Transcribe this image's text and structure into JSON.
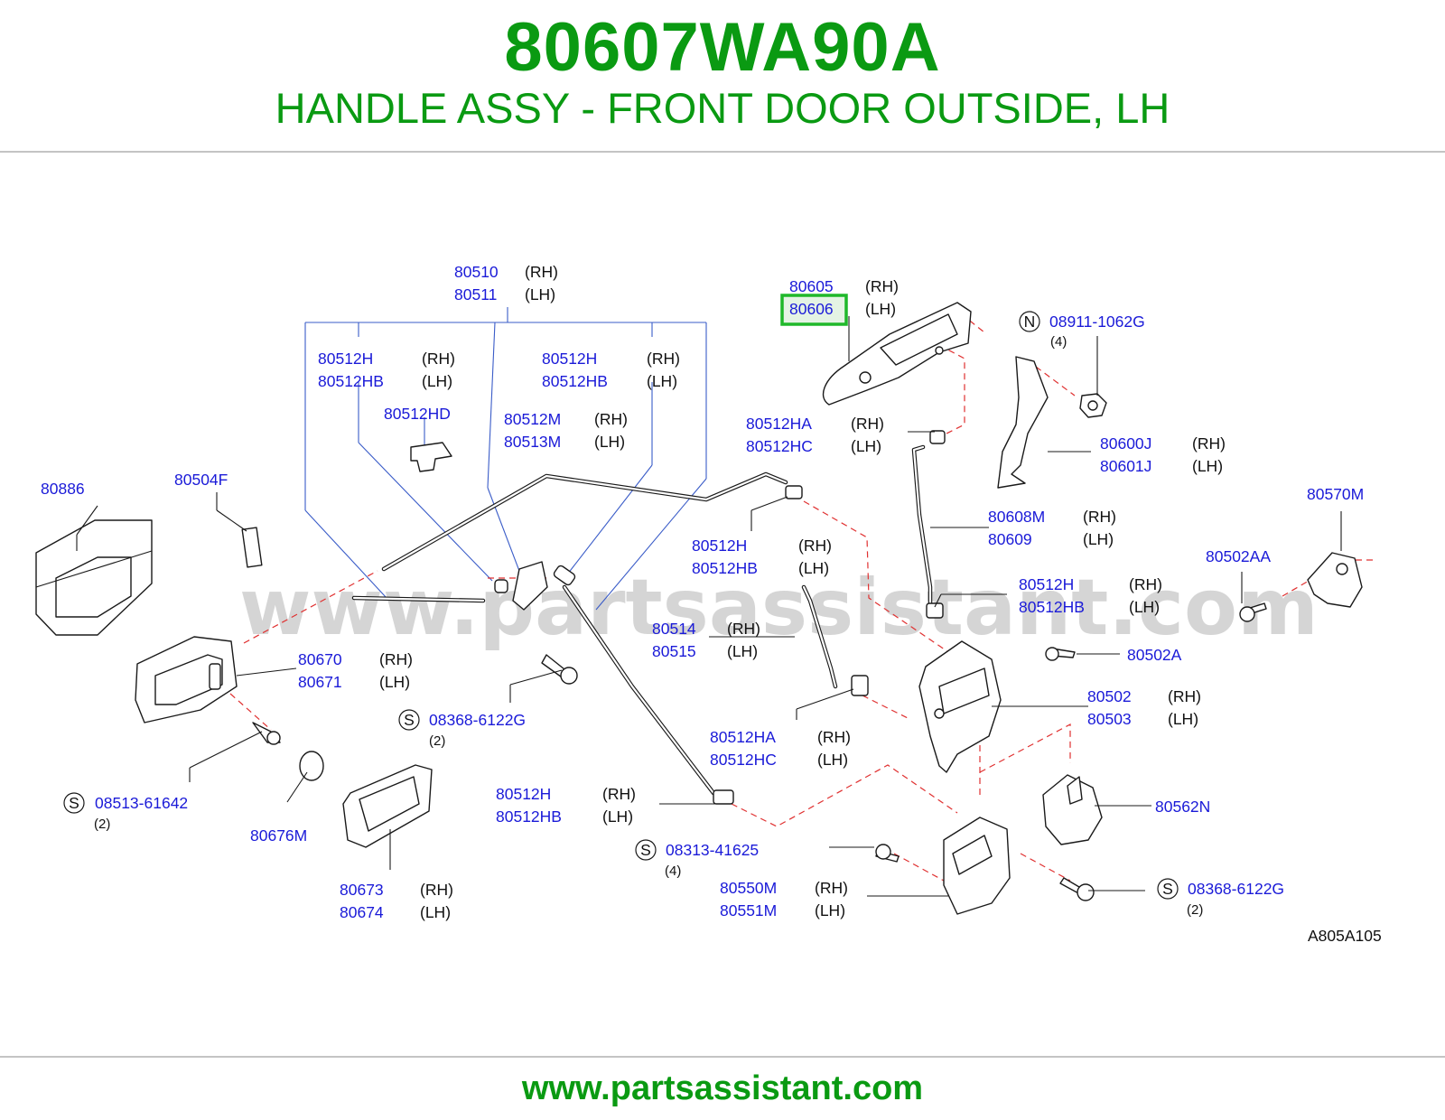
{
  "header": {
    "part_number": "80607WA90A",
    "description": "HANDLE ASSY - FRONT DOOR OUTSIDE, LH"
  },
  "watermark": "www.partsassistant.com",
  "highlight_color": "#1fb82a",
  "labels": {
    "p80510": "80510",
    "s80510": "(RH)",
    "p80511": "80511",
    "s80511": "(LH)",
    "p80512H_a": "80512H",
    "s80512H_a": "(RH)",
    "p80512HB_a": "80512HB",
    "s80512HB_a": "(LH)",
    "p80512H_b": "80512H",
    "s80512H_b": "(RH)",
    "p80512HB_b": "80512HB",
    "s80512HB_b": "(LH)",
    "p80512HD": "80512HD",
    "p80512M": "80512M",
    "s80512M": "(RH)",
    "p80513M": "80513M",
    "s80513M": "(LH)",
    "p80886": "80886",
    "p80504F": "80504F",
    "p80605": "80605",
    "s80605": "(RH)",
    "p80606": "80606",
    "s80606": "(LH)",
    "p08911": "08911-1062G",
    "q08911": "(4)",
    "c08911": "N",
    "p80512HA_a": "80512HA",
    "s80512HA_a": "(RH)",
    "p80512HC_a": "80512HC",
    "s80512HC_a": "(LH)",
    "p80600J": "80600J",
    "s80600J": "(RH)",
    "p80601J": "80601J",
    "s80601J": "(LH)",
    "p80570M": "80570M",
    "p80512H_c": "80512H",
    "s80512H_c": "(RH)",
    "p80512HB_c": "80512HB",
    "s80512HB_c": "(LH)",
    "p80608M": "80608M",
    "s80608M": "(RH)",
    "p80609": "80609",
    "s80609": "(LH)",
    "p80502AA": "80502AA",
    "p80512H_d": "80512H",
    "s80512H_d": "(RH)",
    "p80512HB_d": "80512HB",
    "s80512HB_d": "(LH)",
    "p80514": "80514",
    "s80514": "(RH)",
    "p80515": "80515",
    "s80515": "(LH)",
    "p80670": "80670",
    "s80670": "(RH)",
    "p80671": "80671",
    "s80671": "(LH)",
    "p80502A": "80502A",
    "p80502": "80502",
    "s80502": "(RH)",
    "p80503": "80503",
    "s80503": "(LH)",
    "p08368_a": "08368-6122G",
    "q08368_a": "(2)",
    "c08368_a": "S",
    "p80512HA_b": "80512HA",
    "s80512HA_b": "(RH)",
    "p80512HC_b": "80512HC",
    "s80512HC_b": "(LH)",
    "p08513": "08513-61642",
    "q08513": "(2)",
    "c08513": "S",
    "p80676M": "80676M",
    "p80512H_e": "80512H",
    "s80512H_e": "(RH)",
    "p80512HB_e": "80512HB",
    "s80512HB_e": "(LH)",
    "p80562N": "80562N",
    "p08313": "08313-41625",
    "q08313": "(4)",
    "c08313": "S",
    "p80673": "80673",
    "s80673": "(RH)",
    "p80674": "80674",
    "s80674": "(LH)",
    "p80550M": "80550M",
    "s80550M": "(RH)",
    "p80551M": "80551M",
    "s80551M": "(LH)",
    "p08368_b": "08368-6122G",
    "q08368_b": "(2)",
    "c08368_b": "S",
    "diagram_code": "A805A105"
  },
  "footer": {
    "url": "www.partsassistant.com"
  }
}
